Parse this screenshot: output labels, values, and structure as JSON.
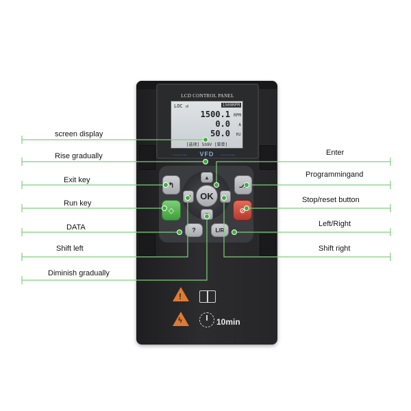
{
  "colors": {
    "leader_line": "#7fcf7a",
    "leader_dot": "#3fae3c",
    "warning": "#e07a34",
    "brand": "#7fb0dd"
  },
  "panel": {
    "lcd_title": "LCD CONTROL PANEL",
    "lcd": {
      "loc": "LOC ↺",
      "badge": "1500RPM",
      "value1": "1500.1",
      "unit1": "RPM",
      "value2": "0.0",
      "unit2": "A",
      "value3": "50.0",
      "unit3": "Hz",
      "bottom": "[选项] 5S9V [菜单]"
    },
    "brand": "VFD",
    "timer_text": "10min",
    "icons": [
      "warning-icon",
      "manual-book-icon",
      "electric-hazard-icon",
      "timer-icon"
    ],
    "keys": {
      "ok": "OK",
      "up": "▲",
      "down": "▼",
      "left": "◀",
      "right": "▶",
      "exit": "↰",
      "prog": "⎇",
      "run": "◇",
      "stop": "⊘",
      "data": "?",
      "shift": "L/R"
    }
  },
  "callouts": {
    "left": [
      {
        "id": "screen-display",
        "label": "screen display"
      },
      {
        "id": "rise-gradually",
        "label": "Rise gradually"
      },
      {
        "id": "exit-key",
        "label": "Exit key"
      },
      {
        "id": "run-key",
        "label": "Run key"
      },
      {
        "id": "data",
        "label": "DATA"
      },
      {
        "id": "shift-left",
        "label": "Shift left"
      },
      {
        "id": "diminish-gradually",
        "label": "Diminish gradually"
      }
    ],
    "right": [
      {
        "id": "enter",
        "label": "Enter"
      },
      {
        "id": "programming",
        "label": "Programmingand"
      },
      {
        "id": "stop-reset",
        "label": "Stop/reset button"
      },
      {
        "id": "left-right",
        "label": "Left/Right"
      },
      {
        "id": "shift-right",
        "label": "Shift right"
      }
    ]
  }
}
